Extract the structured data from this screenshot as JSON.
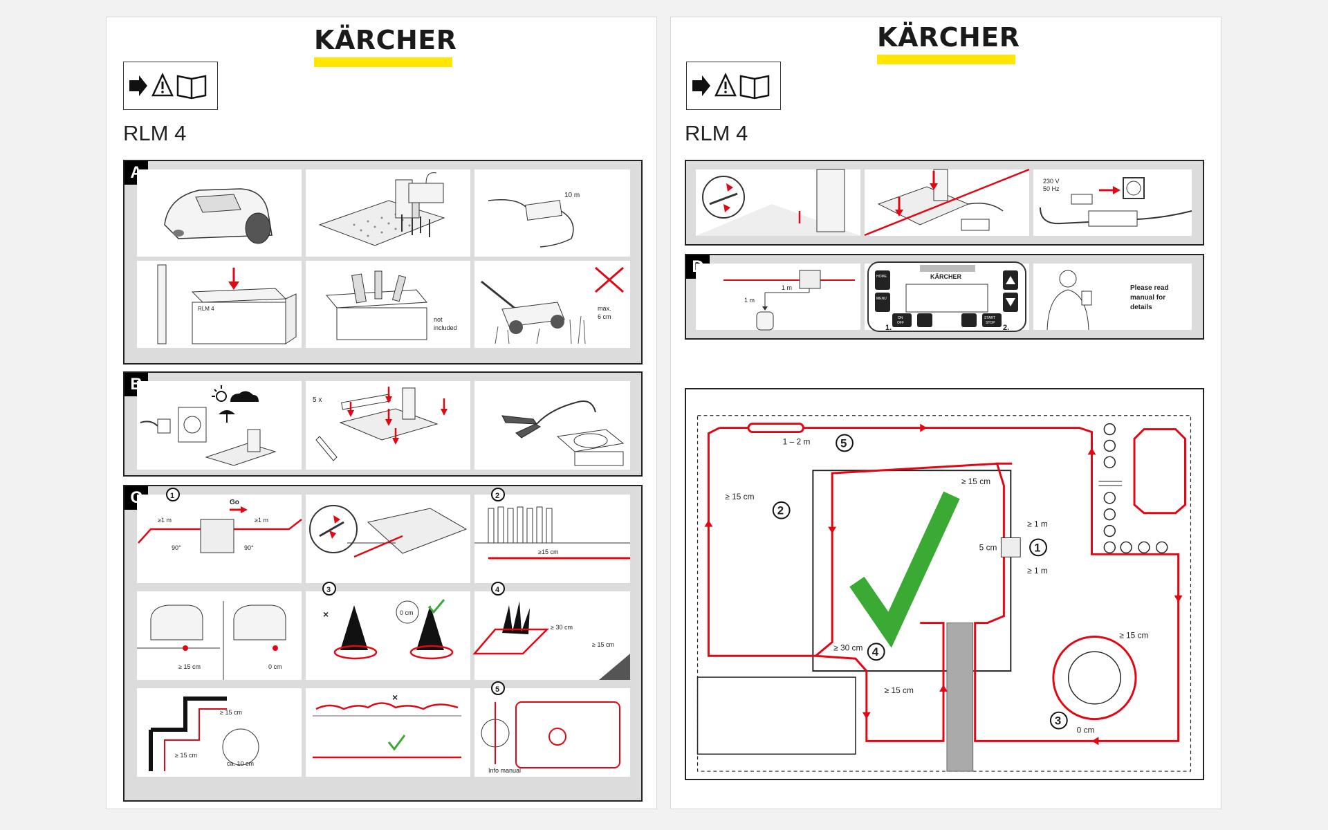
{
  "brand": "KÄRCHER",
  "model": "RLM 4",
  "colors": {
    "brand_yellow": "#ffe500",
    "wire_red": "#e30613",
    "check_green": "#3aaa35"
  },
  "left": {
    "sections": {
      "a": "A",
      "b": "B",
      "c": "C"
    },
    "a_cable_length": "10 m",
    "a_box_label": "RLM 4",
    "a_not_included": [
      "not",
      "included"
    ],
    "a_max_height": [
      "max.",
      "6 cm"
    ],
    "b_pins": "5 x",
    "c_go": "Go",
    "c_dist1": "≥1 m",
    "c_dist2": "≥1 m",
    "c_angle1": "90°",
    "c_angle2": "90°",
    "c_15cm_fence": "≥15 cm",
    "c_15cm_a": "≥ 15 cm",
    "c_0cm_a": "0 cm",
    "c_0cm_tree": "0 cm",
    "c_30cm": "≥ 30 cm",
    "c_15cm_b": "≥ 15 cm",
    "c_step_15a": "≥ 15 cm",
    "c_step_15b": "≥ 15 cm",
    "c_ca10": "ca. 10 cm",
    "c_info": "Info manual",
    "steps": [
      "1",
      "2",
      "3",
      "4",
      "5"
    ]
  },
  "right": {
    "sections": {
      "d": "D"
    },
    "voltage": [
      "230 V",
      "50 Hz"
    ],
    "d_1m_a": "1 m",
    "d_1m_b": "1 m",
    "panel_brand": "KÄRCHER",
    "btn_home": "HOME",
    "btn_menu": "MENU",
    "btn_onoff": [
      "ON",
      "OFF"
    ],
    "btn_startstop": [
      "START",
      "STOP"
    ],
    "press1": "1.",
    "press2": "2.",
    "please_read": [
      "Please read",
      "manual for",
      "details"
    ],
    "map": {
      "d_1_2m": "1 – 2 m",
      "d_15cm_left": "≥ 15 cm",
      "d_15cm_top": "≥ 15 cm",
      "d_1m_top": "≥ 1 m",
      "d_5cm": "5 cm",
      "d_1m_bot": "≥ 1 m",
      "d_30cm": "≥ 30 cm",
      "d_15cm_path": "≥ 15 cm",
      "d_15cm_pond": "≥ 15 cm",
      "d_0cm": "0 cm",
      "steps": [
        "1",
        "2",
        "3",
        "4",
        "5"
      ]
    }
  }
}
